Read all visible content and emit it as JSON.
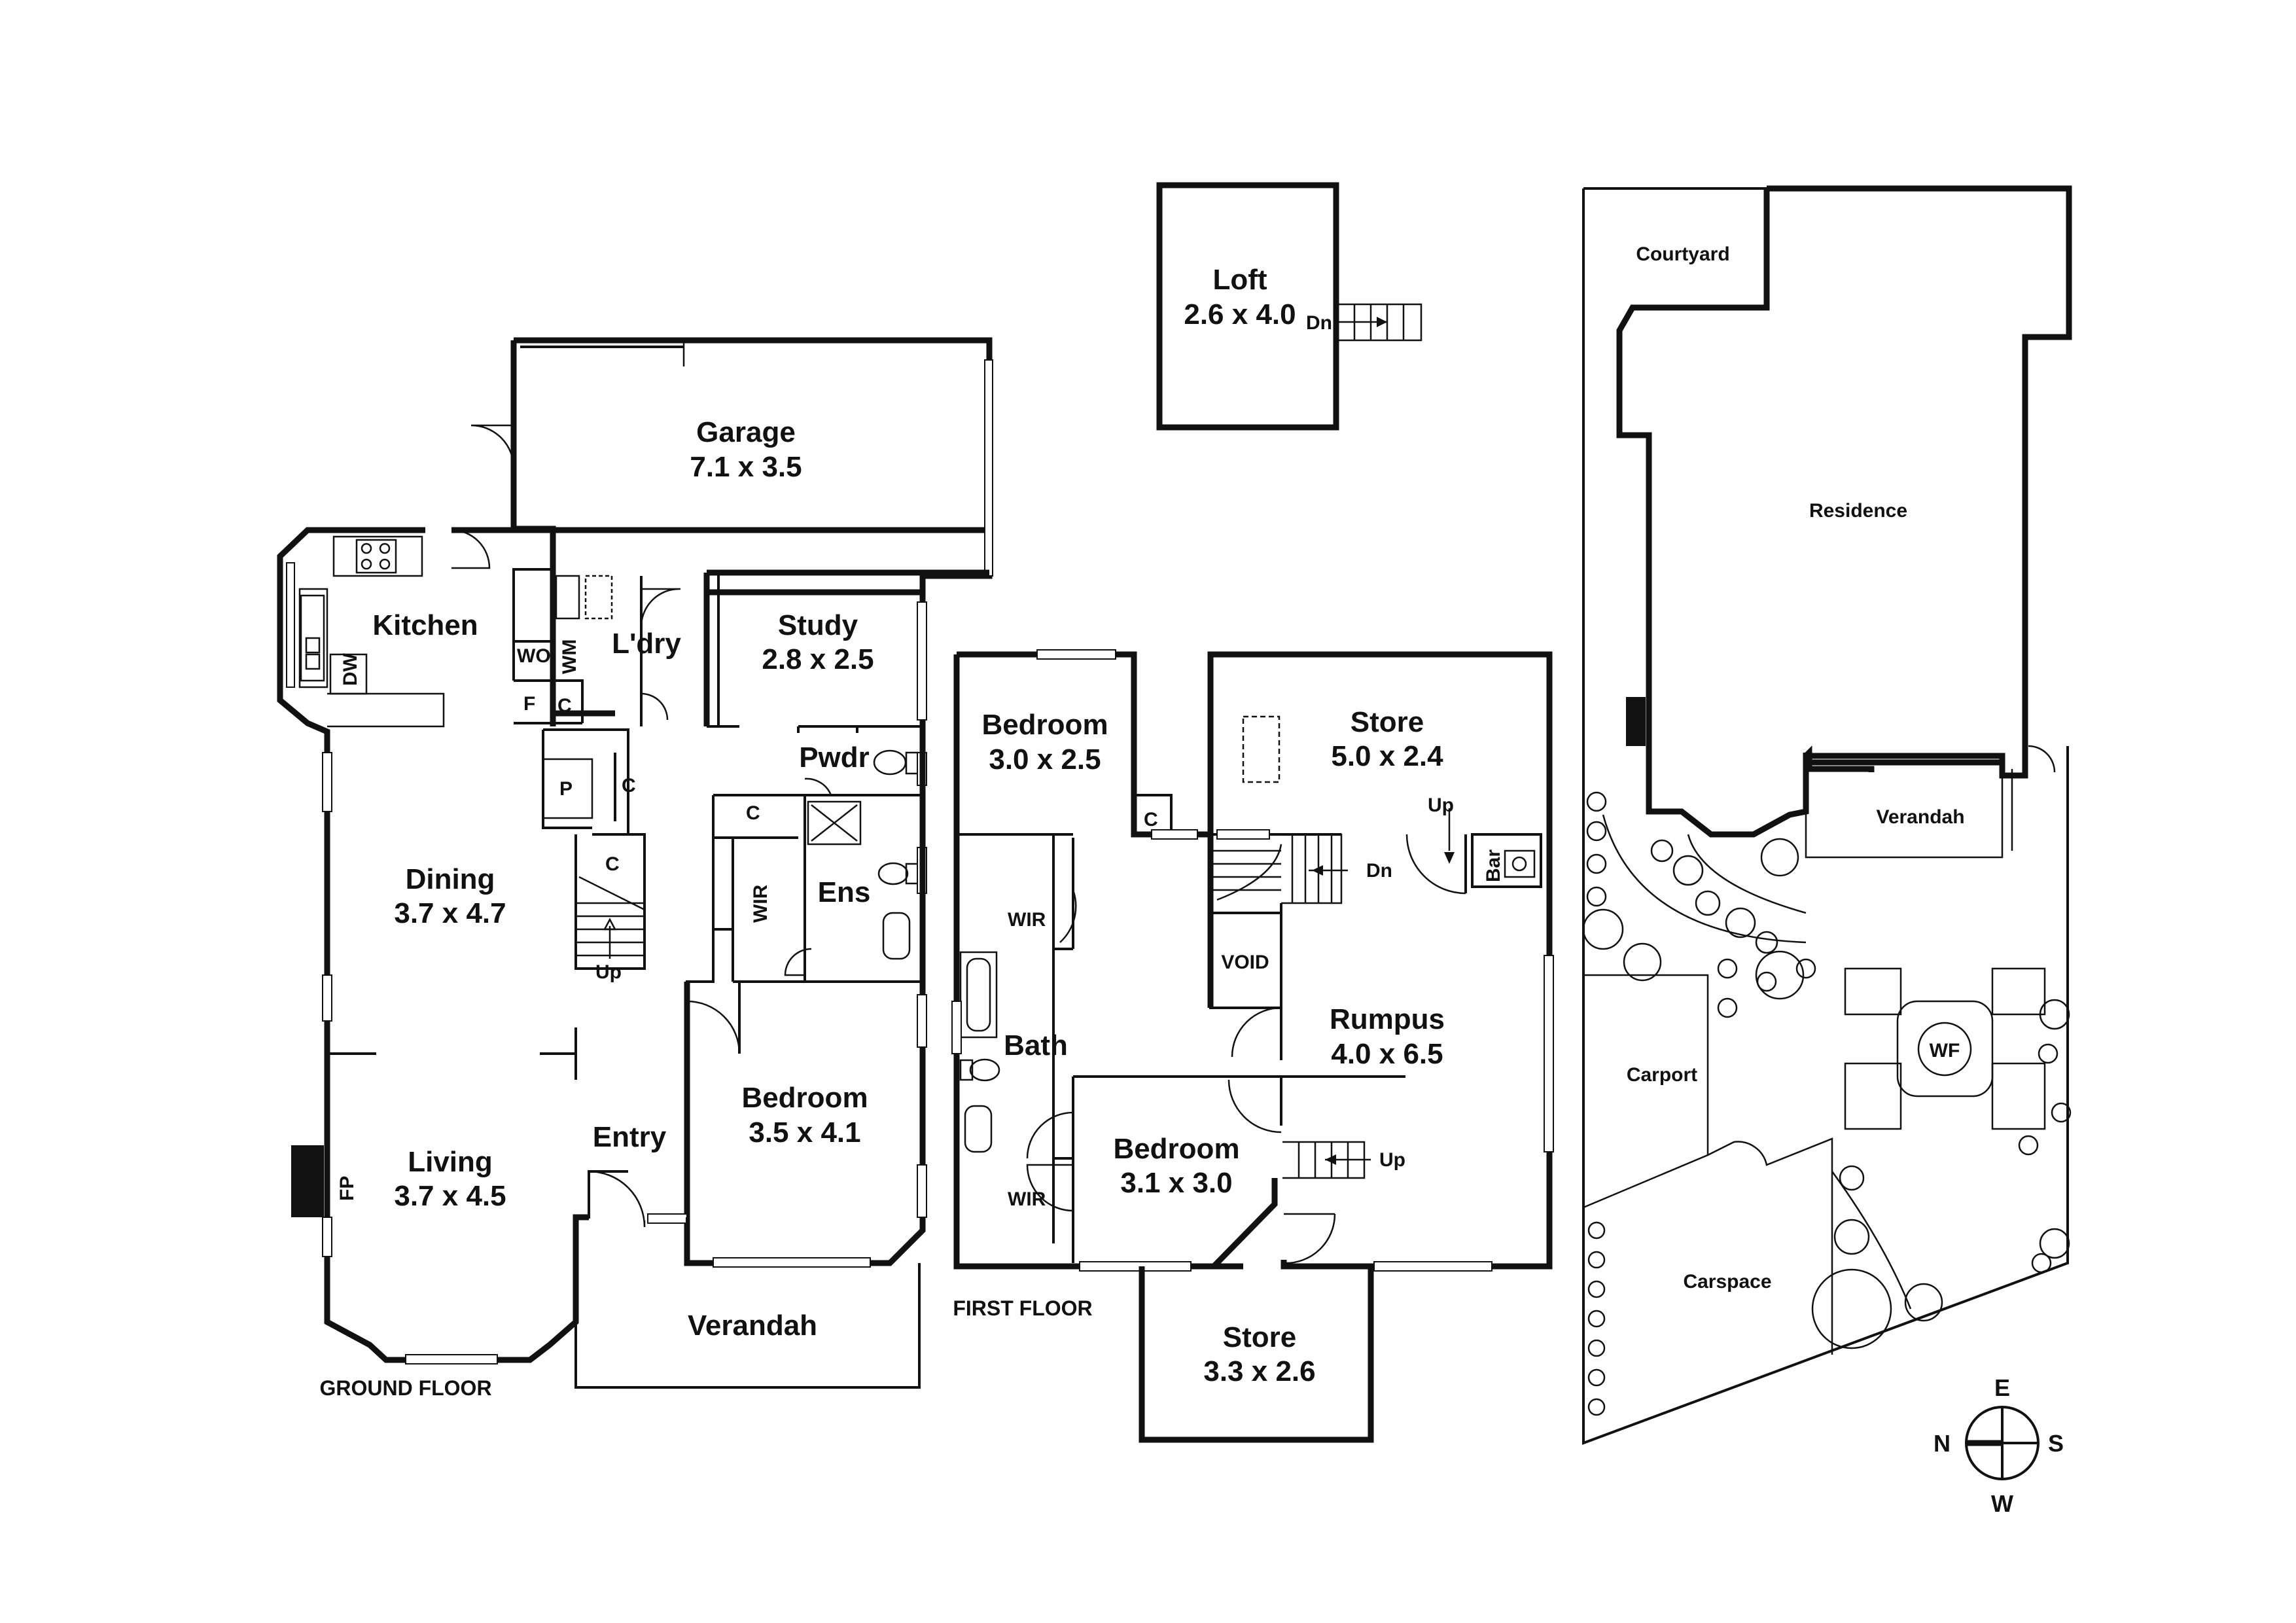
{
  "floors": {
    "ground": "GROUND FLOOR",
    "first": "FIRST FLOOR"
  },
  "rooms": {
    "garage": {
      "name": "Garage",
      "dim": "7.1 x 3.5"
    },
    "kitchen": {
      "name": "Kitchen"
    },
    "laundry": {
      "name": "L'dry"
    },
    "study": {
      "name": "Study",
      "dim": "2.8 x 2.5"
    },
    "powder": {
      "name": "Pwdr"
    },
    "ensuite": {
      "name": "Ens"
    },
    "wir_ground": {
      "name": "WIR"
    },
    "dining": {
      "name": "Dining",
      "dim": "3.7 x 4.7"
    },
    "living": {
      "name": "Living",
      "dim": "3.7 x 4.5"
    },
    "entry": {
      "name": "Entry"
    },
    "bedroom_g": {
      "name": "Bedroom",
      "dim": "3.5 x 4.1"
    },
    "verandah_g": {
      "name": "Verandah"
    },
    "loft": {
      "name": "Loft",
      "dim": "2.6 x 4.0"
    },
    "bedroom_f1": {
      "name": "Bedroom",
      "dim": "3.0 x 2.5"
    },
    "wir_f1": {
      "name": "WIR"
    },
    "bath": {
      "name": "Bath"
    },
    "wir_f2": {
      "name": "WIR"
    },
    "bedroom_f2": {
      "name": "Bedroom",
      "dim": "3.1 x 3.0"
    },
    "store_f1": {
      "name": "Store",
      "dim": "5.0 x 2.4"
    },
    "void": {
      "name": "VOID"
    },
    "bar": {
      "name": "Bar"
    },
    "rumpus": {
      "name": "Rumpus",
      "dim": "4.0 x 6.5"
    },
    "store_f2": {
      "name": "Store",
      "dim": "3.3 x 2.6"
    }
  },
  "fixtures": {
    "wo": "WO",
    "wm": "WM",
    "dw": "DW",
    "f": "F",
    "p": "P",
    "c": "C",
    "fp": "FP",
    "up": "Up",
    "dn": "Dn"
  },
  "site": {
    "courtyard": "Courtyard",
    "residence": "Residence",
    "verandah": "Verandah",
    "carport": "Carport",
    "carspace": "Carspace",
    "wf": "WF"
  },
  "compass": {
    "e": "E",
    "w": "W",
    "n": "N",
    "s": "S"
  }
}
